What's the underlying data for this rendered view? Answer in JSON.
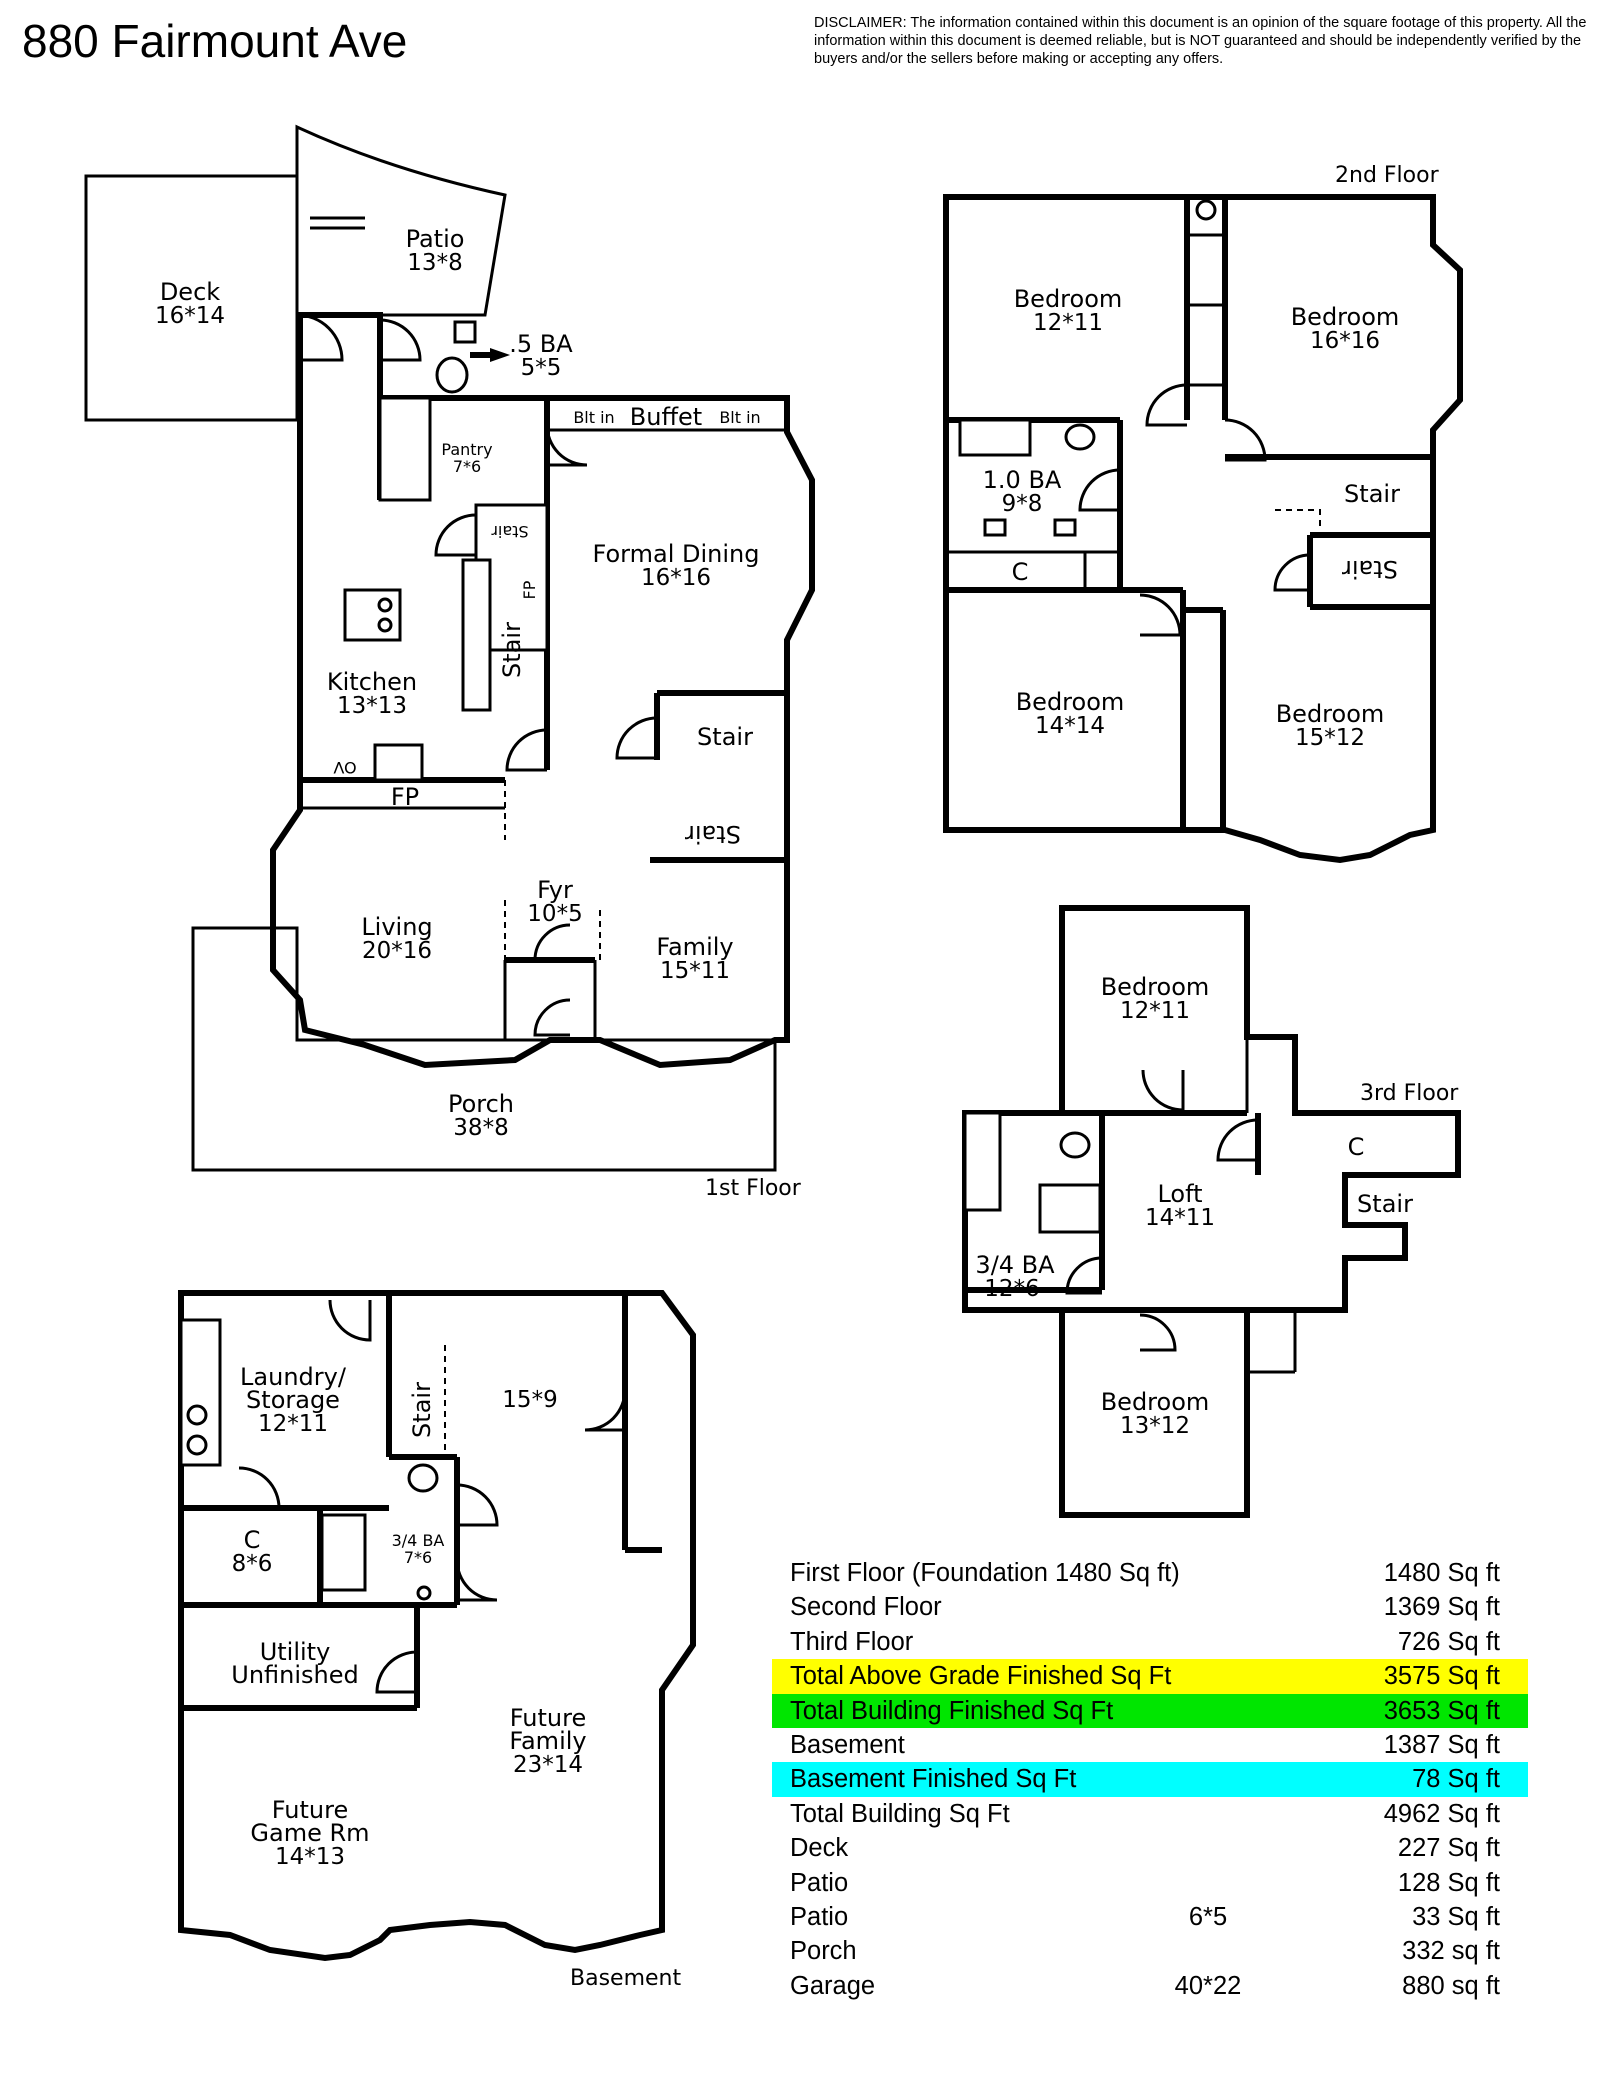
{
  "header": {
    "address": "880 Fairmount Ave",
    "disclaimer": "DISCLAIMER: The information contained within this document is an opinion of the square footage of this property. All the information within this document is deemed reliable, but is NOT guaranteed and should be independently verified by the buyers and/or the sellers before making or accepting any offers."
  },
  "floors": {
    "first": {
      "label": "1st Floor",
      "rooms": {
        "deck": {
          "name": "Deck",
          "dims": "16*14"
        },
        "patio": {
          "name": "Patio",
          "dims": "13*8"
        },
        "half_bath": {
          "name": ".5 BA",
          "dims": "5*5"
        },
        "pantry": {
          "name": "Pantry",
          "dims": "7*6"
        },
        "formal_dining": {
          "name": "Formal Dining",
          "dims": "16*16"
        },
        "kitchen": {
          "name": "Kitchen",
          "dims": "13*13"
        },
        "living": {
          "name": "Living",
          "dims": "20*16"
        },
        "foyer": {
          "name": "Fyr",
          "dims": "10*5"
        },
        "family": {
          "name": "Family",
          "dims": "15*11"
        },
        "porch": {
          "name": "Porch",
          "dims": "38*8"
        }
      },
      "labels": {
        "blt_in_left": "Blt in",
        "buffet": "Buffet",
        "blt_in_right": "Blt in",
        "stair_top": "Stair",
        "fp_kitchen": "FP",
        "stair_kitchen": "Stair",
        "stair_dining": "Stair",
        "stair_dining_flipped": "Stair",
        "ov": "OV",
        "fp_bottom": "FP"
      }
    },
    "second": {
      "label": "2nd Floor",
      "rooms": {
        "bedroom_nw": {
          "name": "Bedroom",
          "dims": "12*11"
        },
        "bedroom_ne": {
          "name": "Bedroom",
          "dims": "16*16"
        },
        "bath": {
          "name": "1.0 BA",
          "dims": "9*8"
        },
        "bedroom_sw": {
          "name": "Bedroom",
          "dims": "14*14"
        },
        "bedroom_se": {
          "name": "Bedroom",
          "dims": "15*12"
        }
      },
      "labels": {
        "stair": "Stair",
        "stair_flipped": "Stair",
        "closet": "C"
      }
    },
    "third": {
      "label": "3rd Floor",
      "rooms": {
        "bedroom_n": {
          "name": "Bedroom",
          "dims": "12*11"
        },
        "loft": {
          "name": "Loft",
          "dims": "14*11"
        },
        "bath": {
          "name": "3/4 BA",
          "dims": "12*6"
        },
        "bedroom_s": {
          "name": "Bedroom",
          "dims": "13*12"
        }
      },
      "labels": {
        "stair": "Stair",
        "closet": "C"
      }
    },
    "basement": {
      "label": "Basement",
      "rooms": {
        "laundry": {
          "name_line1": "Laundry/",
          "name_line2": "Storage",
          "dims": "12*11"
        },
        "room_15x9": {
          "dims": "15*9"
        },
        "closet": {
          "name": "C",
          "dims": "8*6"
        },
        "bath": {
          "name": "3/4 BA",
          "dims": "7*6"
        },
        "utility": {
          "name_line1": "Utility",
          "name_line2": "Unfinished"
        },
        "future_family": {
          "name_line1": "Future",
          "name_line2": "Family",
          "dims": "23*14"
        },
        "future_game": {
          "name_line1": "Future",
          "name_line2": "Game Rm",
          "dims": "14*13"
        }
      },
      "labels": {
        "stair": "Stair"
      }
    }
  },
  "square_footage": {
    "highlight_colors": {
      "yellow": "#ffff00",
      "green": "#00e600",
      "cyan": "#00ffff"
    },
    "rows": [
      {
        "name": "First Floor (Foundation 1480 Sq ft)",
        "dims": "",
        "value": "1480 Sq ft",
        "highlight": ""
      },
      {
        "name": "Second Floor",
        "dims": "",
        "value": "1369 Sq ft",
        "highlight": ""
      },
      {
        "name": "Third Floor",
        "dims": "",
        "value": "726 Sq ft",
        "highlight": ""
      },
      {
        "name": "Total Above Grade Finished Sq Ft",
        "dims": "",
        "value": "3575 Sq ft",
        "highlight": "yellow"
      },
      {
        "name": "Total Building Finished Sq Ft",
        "dims": "",
        "value": "3653 Sq ft",
        "highlight": "green"
      },
      {
        "name": "Basement",
        "dims": "",
        "value": "1387 Sq ft",
        "highlight": ""
      },
      {
        "name": "Basement Finished Sq Ft",
        "dims": "",
        "value": "78 Sq ft",
        "highlight": "cyan"
      },
      {
        "name": "Total Building Sq Ft",
        "dims": "",
        "value": "4962 Sq ft",
        "highlight": ""
      },
      {
        "name": "Deck",
        "dims": "",
        "value": "227 Sq ft",
        "highlight": ""
      },
      {
        "name": "Patio",
        "dims": "",
        "value": "128 Sq ft",
        "highlight": ""
      },
      {
        "name": "Patio",
        "dims": "6*5",
        "value": "33 Sq ft",
        "highlight": ""
      },
      {
        "name": "Porch",
        "dims": "",
        "value": "332 sq ft",
        "highlight": ""
      },
      {
        "name": "Garage",
        "dims": "40*22",
        "value": "880 sq ft",
        "highlight": ""
      }
    ]
  }
}
